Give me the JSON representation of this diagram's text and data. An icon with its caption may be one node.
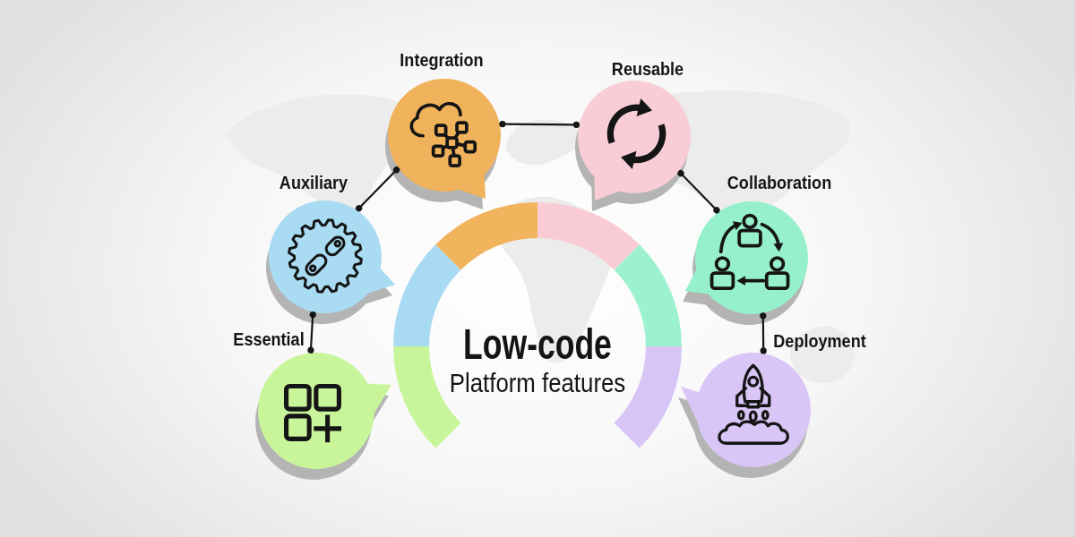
{
  "diagram": {
    "nodes": [
      {
        "text": [
          "Integration"
        ]
      },
      {
        "text": [
          "Reusable"
        ]
      },
      {
        "text": [
          "Auxiliary"
        ]
      },
      {
        "text": [
          "Collaboration"
        ]
      },
      {
        "text": [
          "Essential"
        ]
      },
      {
        "text": [
          "Low-code",
          "Platform features"
        ]
      },
      {
        "text": [
          "Deployment"
        ]
      }
    ],
    "edges": [
      {
        "from": 4,
        "to": 2,
        "arrow": "other"
      },
      {
        "from": 2,
        "to": 0,
        "arrow": "other"
      },
      {
        "from": 0,
        "to": 1,
        "arrow": "other"
      },
      {
        "from": 1,
        "to": 3,
        "arrow": "other"
      },
      {
        "from": 3,
        "to": 6,
        "arrow": "other"
      }
    ]
  }
}
